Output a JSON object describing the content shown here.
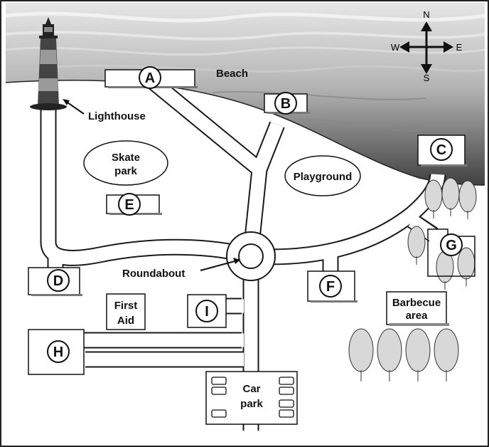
{
  "map": {
    "compass": {
      "north": "N",
      "south": "S",
      "east": "E",
      "west": "W"
    },
    "labels": {
      "beach": "Beach",
      "lighthouse": "Lighthouse",
      "skate_park_line1": "Skate",
      "skate_park_line2": "park",
      "playground": "Playground",
      "roundabout": "Roundabout",
      "first_aid_line1": "First",
      "first_aid_line2": "Aid",
      "barbecue_line1": "Barbecue",
      "barbecue_line2": "area",
      "car_park_line1": "Car",
      "car_park_line2": "park"
    },
    "markers": {
      "A": "A",
      "B": "B",
      "C": "C",
      "D": "D",
      "E": "E",
      "F": "F",
      "G": "G",
      "H": "H",
      "I": "I"
    }
  }
}
